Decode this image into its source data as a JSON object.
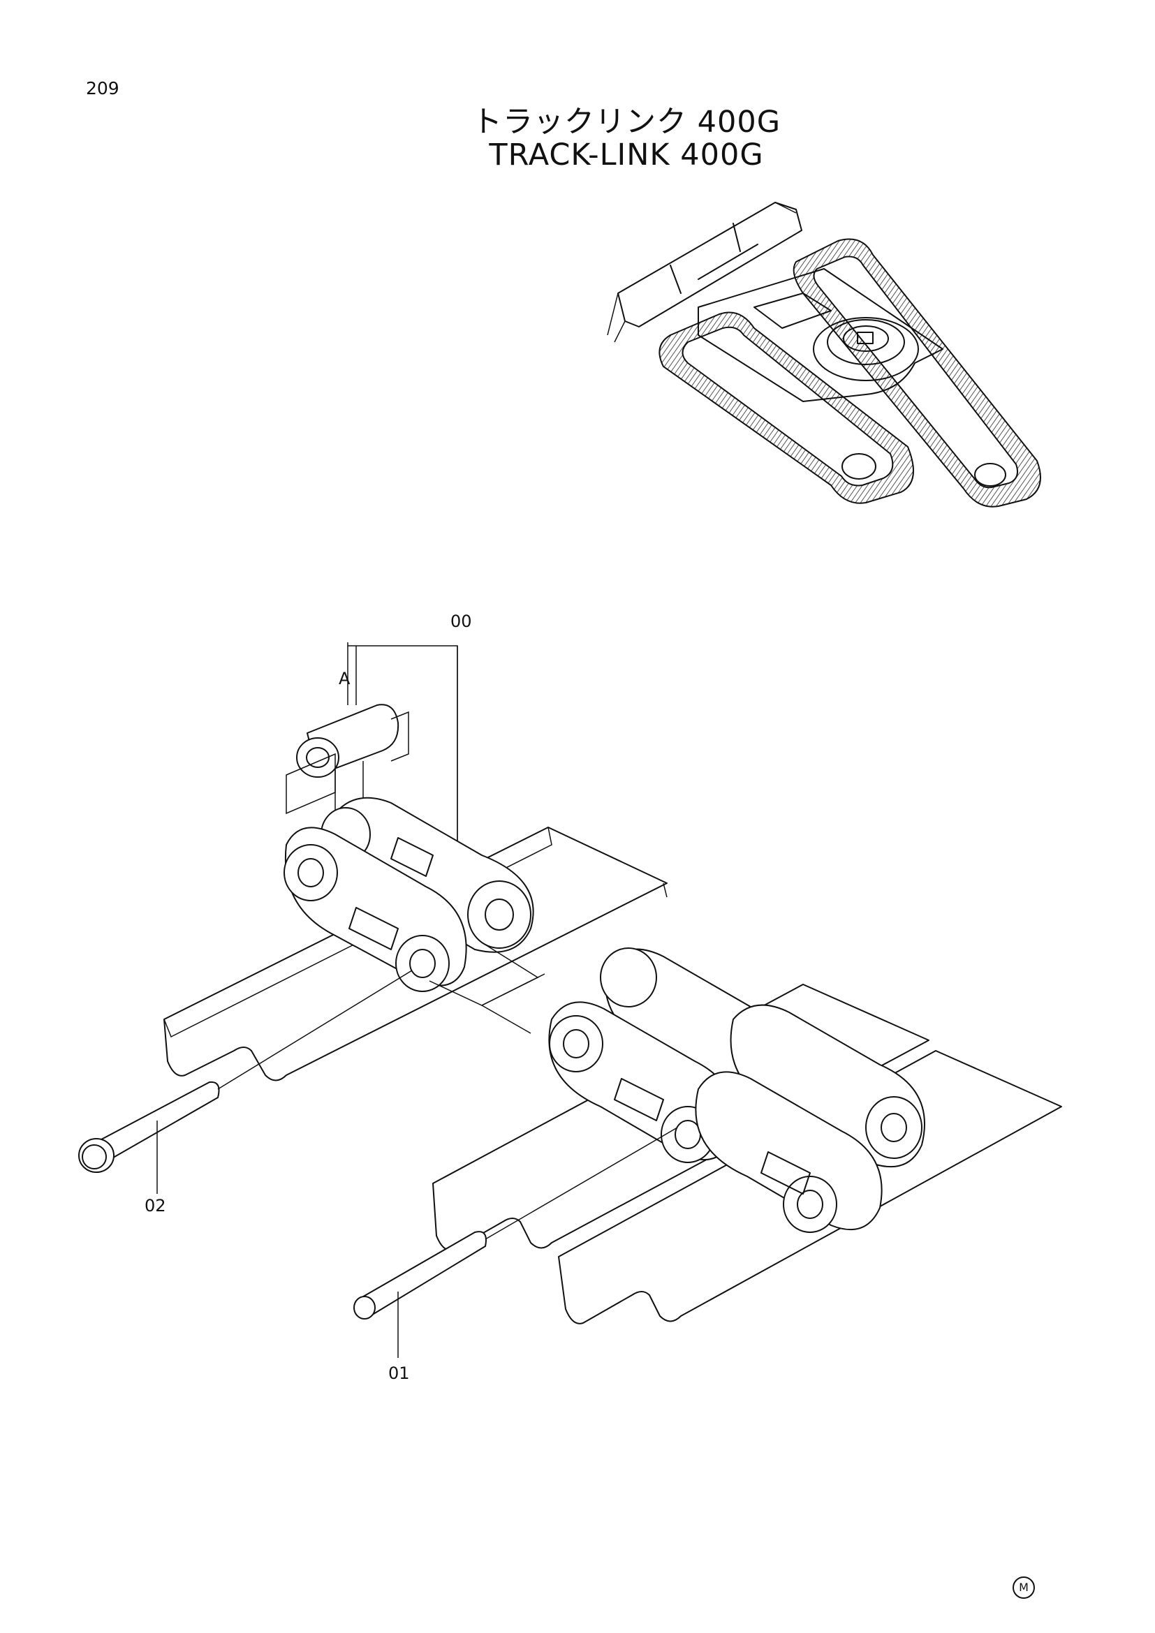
{
  "page": {
    "number": "209"
  },
  "title": {
    "ja": "トラックリンク 400G",
    "en": "TRACK-LINK 400G"
  },
  "callouts": {
    "assembly": "00",
    "detail": "A",
    "pin_master": "02",
    "pin": "01"
  },
  "mark": {
    "symbol": "M"
  }
}
